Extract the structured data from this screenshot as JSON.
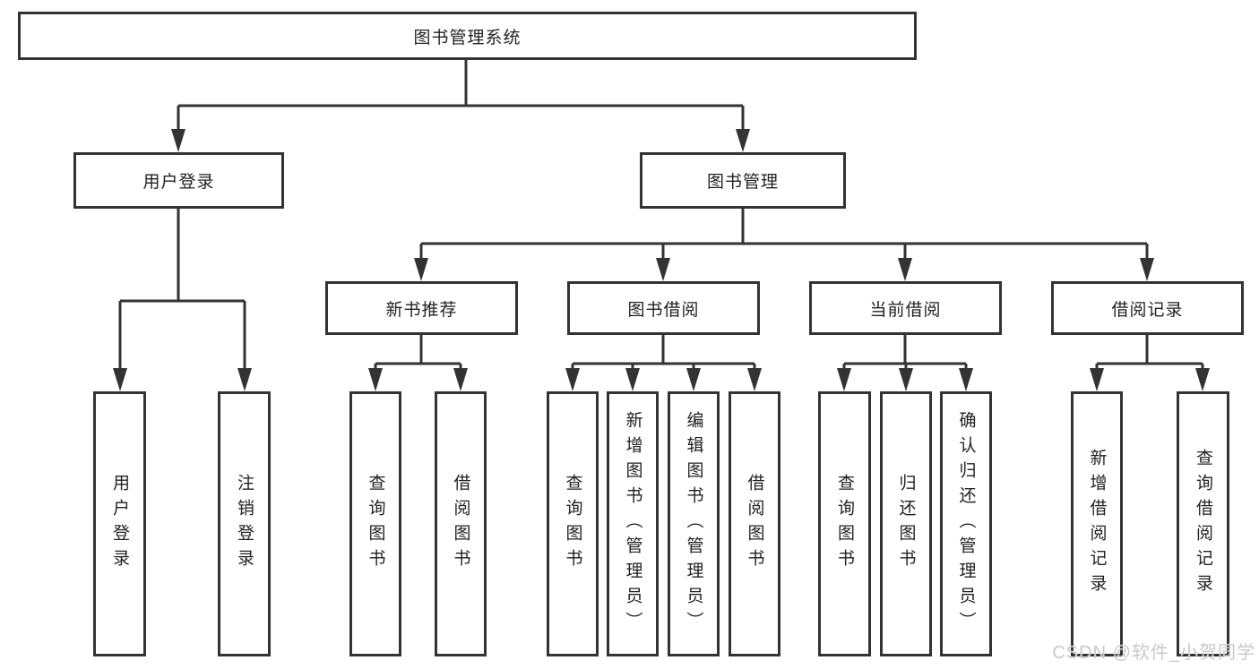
{
  "diagram": {
    "title": "图书管理系统",
    "branches": [
      {
        "label": "用户登录",
        "children": [
          {
            "label": "用户登录"
          },
          {
            "label": "注销登录"
          }
        ]
      },
      {
        "label": "图书管理",
        "children": [
          {
            "label": "新书推荐",
            "children": [
              {
                "label": "查询图书"
              },
              {
                "label": "借阅图书"
              }
            ]
          },
          {
            "label": "图书借阅",
            "children": [
              {
                "label": "查询图书"
              },
              {
                "label": "新增图书（管理员）"
              },
              {
                "label": "编辑图书（管理员）"
              },
              {
                "label": "借阅图书"
              }
            ]
          },
          {
            "label": "当前借阅",
            "children": [
              {
                "label": "查询图书"
              },
              {
                "label": "归还图书"
              },
              {
                "label": "确认归还（管理员）"
              }
            ]
          },
          {
            "label": "借阅记录",
            "children": [
              {
                "label": "新增借阅记录"
              },
              {
                "label": "查询借阅记录"
              }
            ]
          }
        ]
      }
    ]
  },
  "colors": {
    "line": "#333333",
    "text": "#222222",
    "watermark": "#c9c9c9"
  },
  "watermark": "CSDN @软件_小贺同学"
}
